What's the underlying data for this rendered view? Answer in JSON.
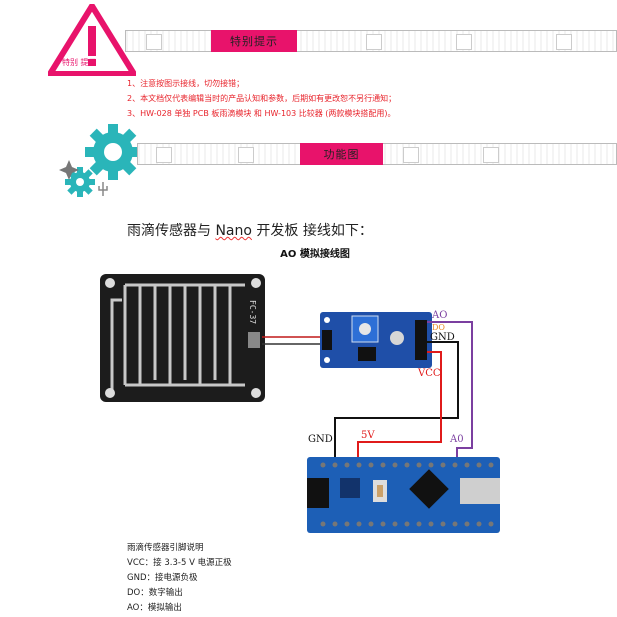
{
  "notice": {
    "triangle_label": "特别 提示",
    "banner_title": "特别提示",
    "items": [
      "1、注意按图示接线，切勿接错；",
      "2、本文档仅代表编辑当时的产品认知和参数，后期如有更改恕不另行通知；",
      "3、HW-028 单独 PCB 板雨滴模块 和 HW-103 比较器 (两款模块搭配用)。"
    ]
  },
  "function": {
    "banner_title": "功能图"
  },
  "heading": {
    "prefix": "雨滴传感器与 ",
    "nano": "Nano",
    "suffix": " 开发板  接线如下："
  },
  "diagram": {
    "title": "AO 模拟接线图",
    "sensor_label": "FC-37",
    "labels": {
      "ao": "AO",
      "do": "DO",
      "gnd_module": "GND",
      "vcc": "VCC",
      "gnd_nano": "GND",
      "v5": "5V",
      "a0": "A0"
    },
    "colors": {
      "ao_wire": "#7b3fa0",
      "vcc_wire": "#e01b1b",
      "gnd_wire": "#111111",
      "do_label": "#e8892a",
      "accent": "#e8136b"
    }
  },
  "pin_description": {
    "title": "雨滴传感器引脚说明",
    "rows": [
      "VCC：接 3.3-5 V 电源正极",
      "GND：接电源负极",
      "DO：数字输出",
      "AO：模拟输出"
    ]
  }
}
